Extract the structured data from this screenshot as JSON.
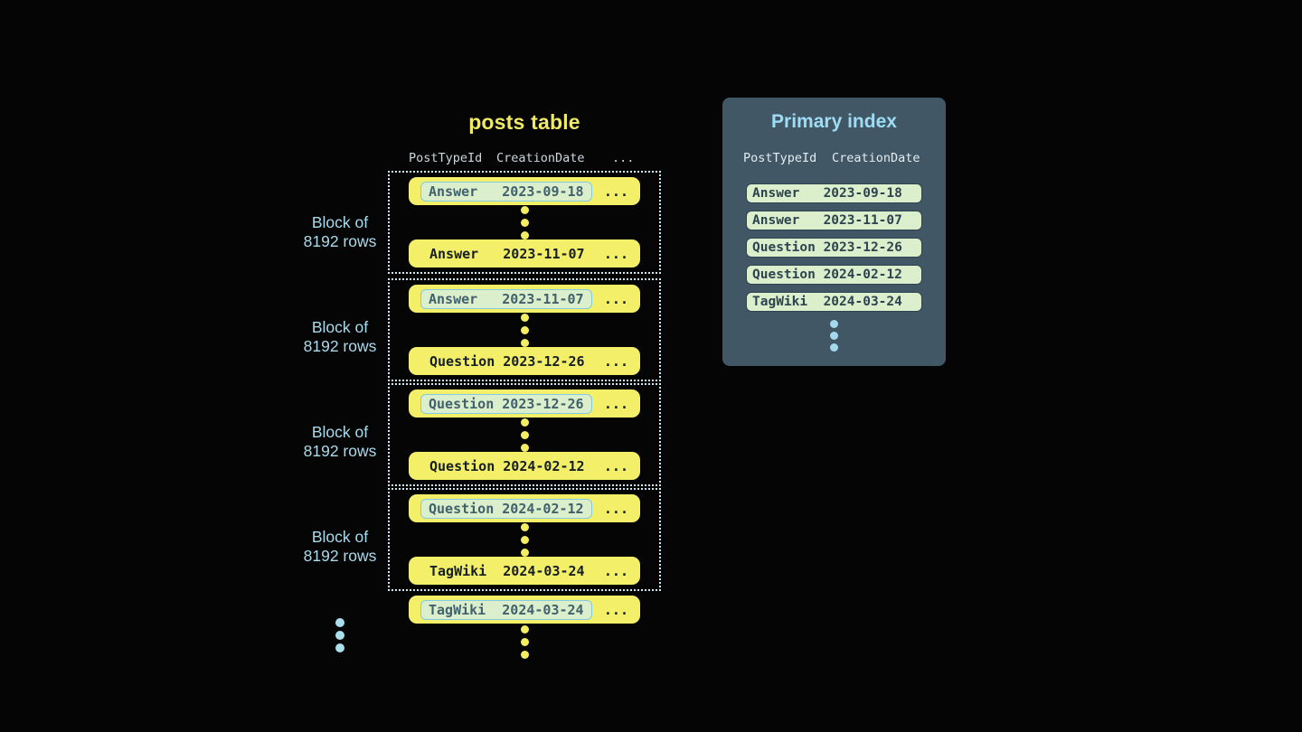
{
  "posts_table": {
    "title": "posts table",
    "headers": {
      "col1": "PostTypeId",
      "col2": "CreationDate",
      "col3": "..."
    },
    "row_ellipsis": "...",
    "block_label": [
      "Block of",
      "8192 rows"
    ],
    "blocks": [
      {
        "first": {
          "type": "Answer",
          "date": "2023-09-18"
        },
        "last": {
          "type": "Answer",
          "date": "2023-11-07"
        }
      },
      {
        "first": {
          "type": "Answer",
          "date": "2023-11-07"
        },
        "last": {
          "type": "Question",
          "date": "2023-12-26"
        }
      },
      {
        "first": {
          "type": "Question",
          "date": "2023-12-26"
        },
        "last": {
          "type": "Question",
          "date": "2024-02-12"
        }
      },
      {
        "first": {
          "type": "Question",
          "date": "2024-02-12"
        },
        "last": {
          "type": "TagWiki",
          "date": "2024-03-24"
        }
      }
    ],
    "next_block_first_row": {
      "type": "TagWiki",
      "date": "2024-03-24"
    }
  },
  "primary_index": {
    "title": "Primary index",
    "headers": {
      "col1": "PostTypeId",
      "col2": "CreationDate"
    },
    "rows": [
      {
        "type": "Answer",
        "date": "2023-09-18"
      },
      {
        "type": "Answer",
        "date": "2023-11-07"
      },
      {
        "type": "Question",
        "date": "2023-12-26"
      },
      {
        "type": "Question",
        "date": "2024-02-12"
      },
      {
        "type": "TagWiki",
        "date": "2024-03-24"
      }
    ]
  },
  "colors": {
    "background": "#050505",
    "row_yellow": "#f4ef68",
    "highlight_green": "#dcefcc",
    "highlight_border": "#82cbe2",
    "panel_bg": "#415766",
    "accent_blue": "#a9dbed",
    "index_title_blue": "#9edcf4",
    "dotted_border": "#cdeaf5",
    "title_yellow": "#efe968"
  }
}
